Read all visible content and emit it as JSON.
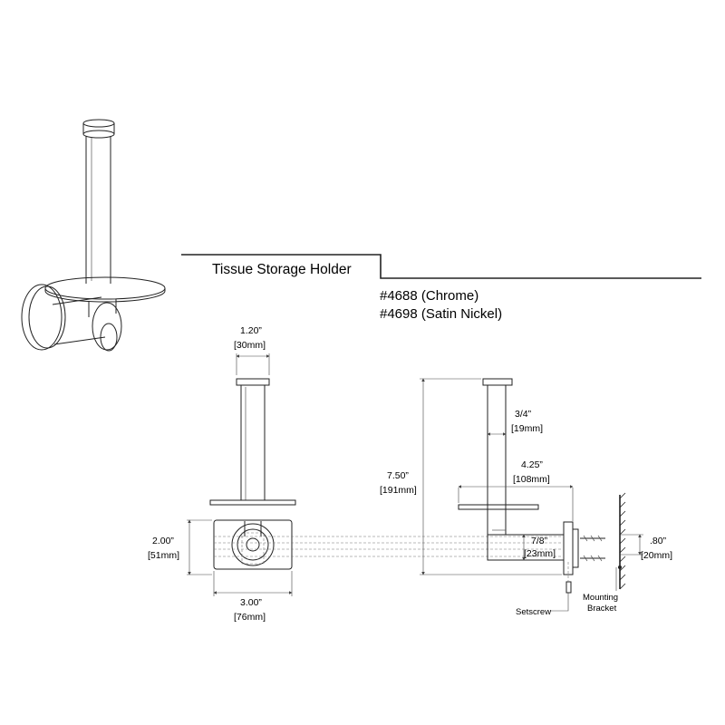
{
  "header": {
    "title": "Tissue Storage Holder",
    "models": [
      "#4688 (Chrome)",
      "#4698 (Satin Nickel)"
    ]
  },
  "dimensions": {
    "width_top": [
      "1.20”",
      "[30mm]"
    ],
    "total_height": [
      "7.50”",
      "[191mm]"
    ],
    "rod_diameter": [
      "3/4”",
      "[19mm]"
    ],
    "projection": [
      "4.25”",
      "[108mm]"
    ],
    "flange_height": [
      "2.00”",
      "[51mm]"
    ],
    "flange_width": [
      "3.00”",
      "[76mm]"
    ],
    "arm_height": [
      "7/8”",
      "[23mm]"
    ],
    "bracket_depth": [
      ".80”",
      "[20mm]"
    ]
  },
  "callouts": {
    "setscrew": "Setscrew",
    "mounting_bracket": [
      "Mounting",
      "Bracket"
    ]
  },
  "colors": {
    "line": "#222222",
    "background": "#ffffff"
  }
}
